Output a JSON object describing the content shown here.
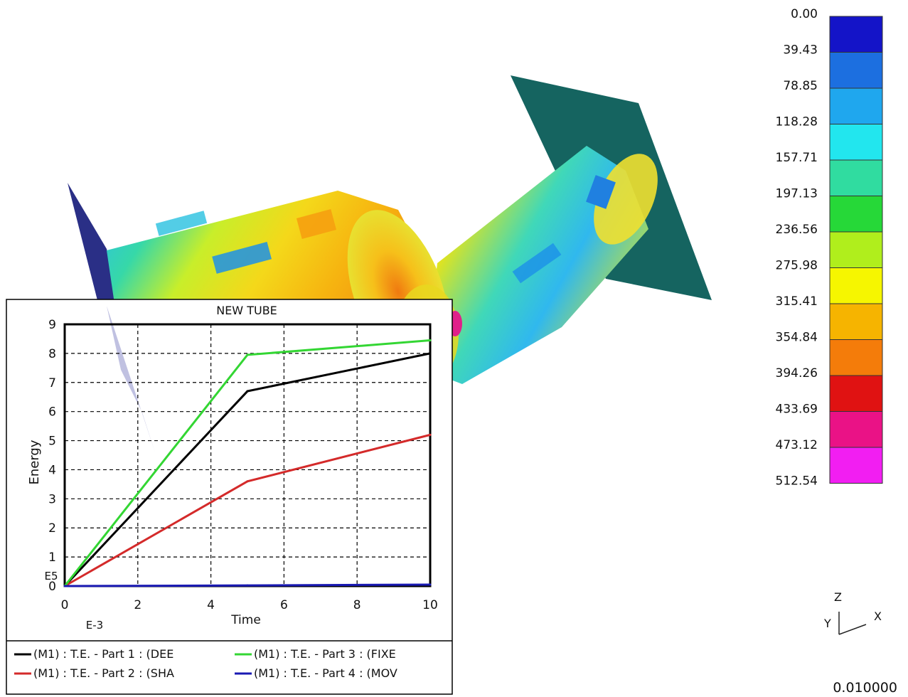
{
  "chart_data": {
    "type": "line",
    "title": "NEW TUBE",
    "xlabel": "Time",
    "ylabel": "Energy",
    "x_multiplier": "E-3",
    "y_multiplier": "E5",
    "xlim": [
      0,
      10
    ],
    "ylim": [
      0,
      9
    ],
    "x_ticks": [
      "0",
      "2",
      "4",
      "6",
      "8",
      "10"
    ],
    "y_ticks": [
      "0",
      "1",
      "2",
      "3",
      "4",
      "5",
      "6",
      "7",
      "8",
      "9"
    ],
    "grid": true,
    "legend_position": "bottom",
    "series": [
      {
        "name": "(M1) : T.E. - Part 1 : (DEE",
        "color": "#000000",
        "x": [
          0,
          5,
          10
        ],
        "y": [
          0,
          6.7,
          8.0
        ]
      },
      {
        "name": "(M1) : T.E. - Part 2 : (SHA",
        "color": "#d42a2a",
        "x": [
          0,
          5,
          10
        ],
        "y": [
          0,
          3.6,
          5.2
        ]
      },
      {
        "name": "(M1) : T.E. - Part 3 : (FIXE",
        "color": "#33d633",
        "x": [
          0,
          5,
          10
        ],
        "y": [
          0,
          7.95,
          8.45
        ]
      },
      {
        "name": "(M1) : T.E. - Part 4 : (MOV",
        "color": "#1a1ab3",
        "x": [
          0,
          5,
          10
        ],
        "y": [
          0,
          0.02,
          0.05
        ]
      }
    ]
  },
  "colorbar": {
    "values": [
      "0.00",
      "39.43",
      "78.85",
      "118.28",
      "157.71",
      "197.13",
      "236.56",
      "275.98",
      "315.41",
      "354.84",
      "394.26",
      "433.69",
      "473.12",
      "512.54"
    ],
    "colors": [
      "#1414c8",
      "#1c6fe0",
      "#1fa7ee",
      "#22e6ee",
      "#30dca0",
      "#26d838",
      "#b0ee1c",
      "#f6f600",
      "#f6b400",
      "#f47c0a",
      "#e01212",
      "#ea1286",
      "#f21ef2"
    ]
  },
  "axes_triad": {
    "z": "Z",
    "y": "Y",
    "x": "X"
  },
  "time_readout": "0.010000"
}
